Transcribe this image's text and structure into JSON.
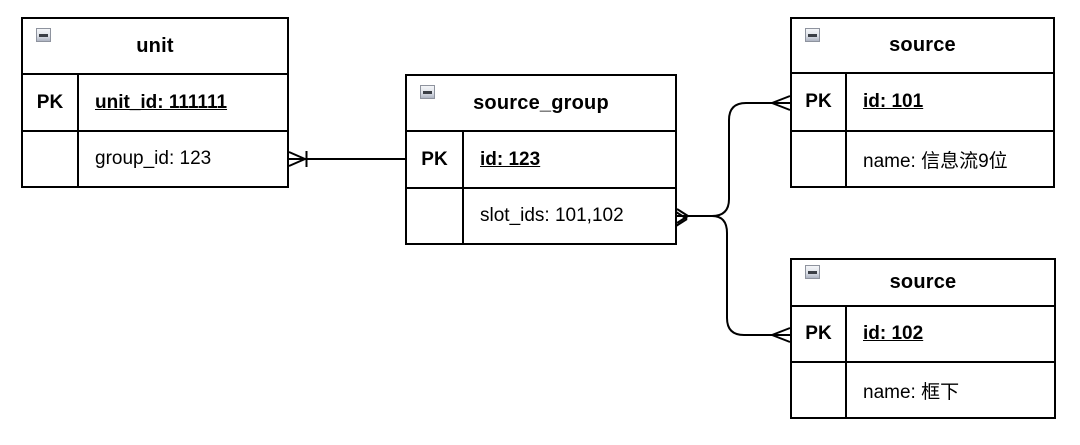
{
  "diagram": {
    "type": "entity-relationship",
    "background_color": "#ffffff",
    "line_color": "#000000",
    "collapse_icon": {
      "glyph": "minus",
      "bg_color": "#dfe3ea",
      "border_color": "#8e939e",
      "bar_color": "#3b3f46"
    },
    "tables": [
      {
        "title": "unit",
        "rows": [
          {
            "key": "PK",
            "value": "unit_id: 111111",
            "pk": true
          },
          {
            "key": "",
            "value": "group_id: 123",
            "pk": false
          }
        ]
      },
      {
        "title": "source_group",
        "rows": [
          {
            "key": "PK",
            "value": "id: 123",
            "pk": true
          },
          {
            "key": "",
            "value": "slot_ids: 101,102",
            "pk": false
          }
        ]
      },
      {
        "title": "source",
        "rows": [
          {
            "key": "PK",
            "value": "id: 101",
            "pk": true
          },
          {
            "key": "",
            "value": "name: 信息流9位",
            "pk": false
          }
        ]
      },
      {
        "title": "source",
        "rows": [
          {
            "key": "PK",
            "value": "id: 102",
            "pk": true
          },
          {
            "key": "",
            "value": "name: 框下",
            "pk": false
          }
        ]
      }
    ],
    "relations": [
      {
        "from_table": "unit",
        "from_field": "group_id: 123",
        "to_table": "source_group",
        "to_field": "id: 123",
        "from_marker": "crow-foot-many-with-bar",
        "to_marker": "plain"
      },
      {
        "from_table": "source_group",
        "from_field": "slot_ids: 101,102",
        "to_table": "source",
        "to_field": "id: 101",
        "from_marker": "crow-foot-many",
        "to_marker": "crow-foot-many"
      },
      {
        "from_table": "source_group",
        "from_field": "slot_ids: 101,102",
        "to_table": "source",
        "to_field": "id: 102",
        "from_marker": "crow-foot-many",
        "to_marker": "crow-foot-many"
      }
    ]
  }
}
